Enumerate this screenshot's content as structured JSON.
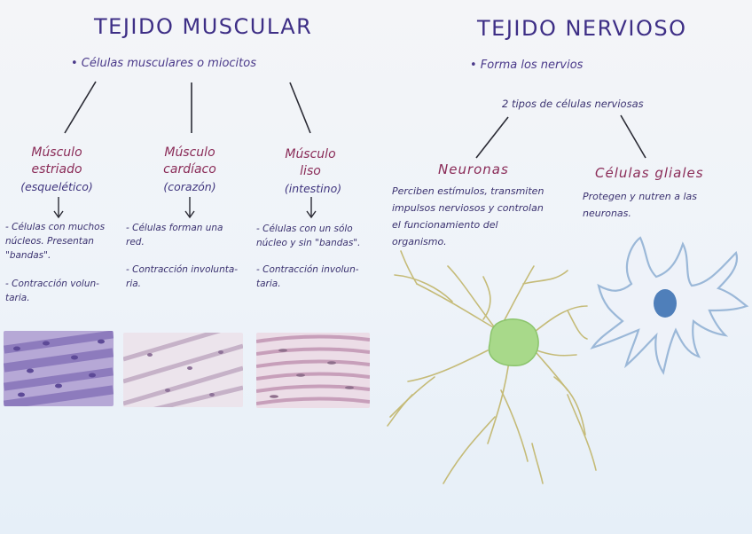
{
  "left": {
    "title": "TEJIDO MUSCULAR",
    "subtitle": "• Células musculares o miocitos",
    "branches": [
      {
        "heading": "Músculo\nestriado",
        "location": "(esquelético)",
        "note1": "- Células con muchos\n  núcleos. Presentan\n  \"bandas\".",
        "note2": "- Contracción volun-\n  taria."
      },
      {
        "heading": "Músculo\ncardíaco",
        "location": "(corazón)",
        "note1": "- Células forman una\n  red.",
        "note2": "- Contracción involunta-\n  ria."
      },
      {
        "heading": "Músculo\nliso",
        "location": "(intestino)",
        "note1": "- Células con un sólo\n  núcleo y sin \"bandas\".",
        "note2": "- Contracción involun-\n  taria."
      }
    ]
  },
  "right": {
    "title": "TEJIDO NERVIOSO",
    "subtitle": "• Forma los nervios",
    "connector": "2 tipos de células nerviosas",
    "neuronas": {
      "heading": "Neuronas",
      "text": "Perciben estímulos, transmiten\nimpulsos nerviosos y controlan\nel funcionamiento del\norganismo."
    },
    "gliales": {
      "heading": "Células gliales",
      "text": "Protegen y nutren a las\nneuronas."
    }
  },
  "colors": {
    "title_ink": "#3e2f86",
    "heading_ink": "#8a2b57",
    "body_ink": "#3b3270",
    "neuron_body": "#9fd57f",
    "neuron_dendrites": "#c5bb78",
    "glia_outline": "#9bb8d8",
    "glia_nucleus": "#4f7fba",
    "striated_tissue": "#9a88c0",
    "cardiac_tissue": "#d7c7da",
    "smooth_tissue": "#c79fba"
  }
}
